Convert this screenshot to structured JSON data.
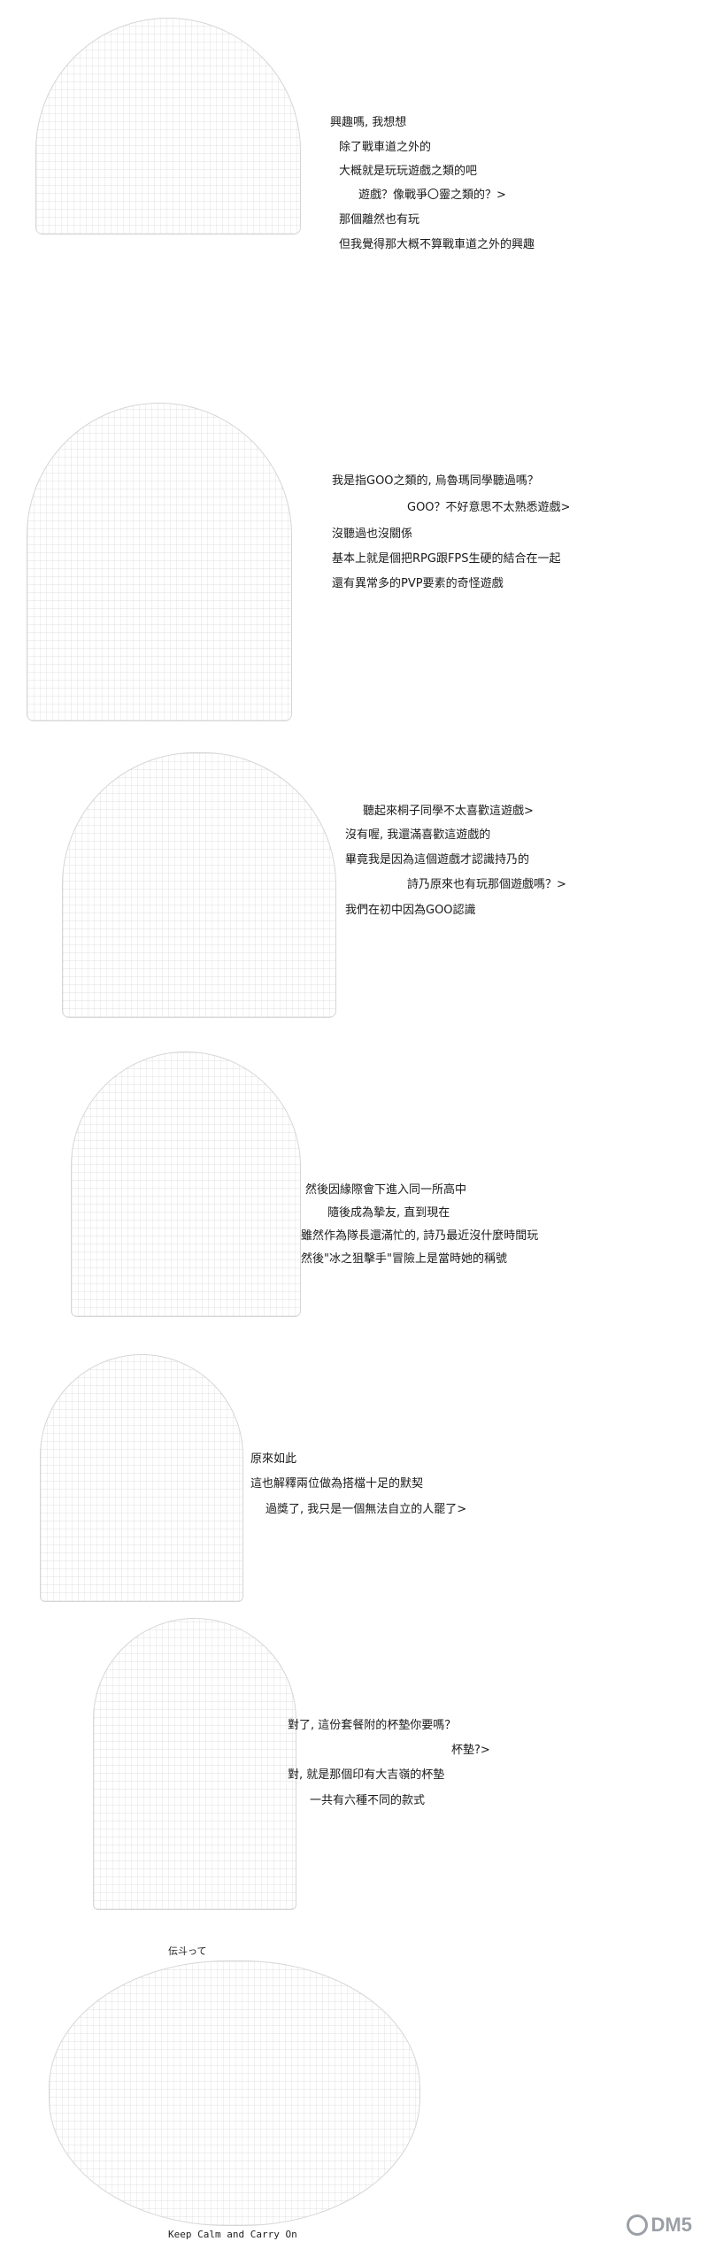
{
  "panels": [
    {
      "lines": [
        "興趣嗎, 我想想",
        "除了戰車道之外的",
        "大概就是玩玩遊戲之類的吧",
        "遊戲？像戰爭〇靈之類的？>",
        "那個離然也有玩",
        "但我覺得那大概不算戰車道之外的興趣"
      ]
    },
    {
      "lines": [
        "我是指GOO之類的, 烏魯瑪同學聽過嗎？",
        "GOO？不好意思不太熟悉遊戲>",
        "沒聽過也沒關係",
        "基本上就是個把RPG跟FPS生硬的結合在一起",
        "還有異常多的PVP要素的奇怪遊戲"
      ]
    },
    {
      "lines": [
        "聽起來桐子同學不太喜歡這遊戲>",
        "沒有喔, 我還滿喜歡這遊戲的",
        "畢竟我是因為這個遊戲才認識持乃的",
        "詩乃原來也有玩那個遊戲嗎？>",
        "我們在初中因為GOO認識"
      ]
    },
    {
      "lines": [
        "然後因緣際會下進入同一所高中",
        "隨後成為摯友, 直到現在",
        "雖然作為隊長還滿忙的, 詩乃最近沒什麼時間玩",
        "然後\"冰之狙擊手\"冒險上是當時她的稱號"
      ]
    },
    {
      "lines": [
        "原來如此",
        "這也解釋兩位做為搭檔十足的默契",
        "過獎了, 我只是一個無法自立的人罷了>"
      ]
    },
    {
      "lines": [
        "對了, 這份套餐附的杯墊你要嗎？",
        "杯墊?>",
        "對, 就是那個印有大吉嶺的杯墊",
        "一共有六種不同的款式"
      ]
    },
    {
      "lines": [
        "伝斗って",
        "Keep Calm and Carry On"
      ]
    }
  ],
  "watermark": {
    "text": "DM5",
    "icon": "dm5-logo-icon"
  }
}
